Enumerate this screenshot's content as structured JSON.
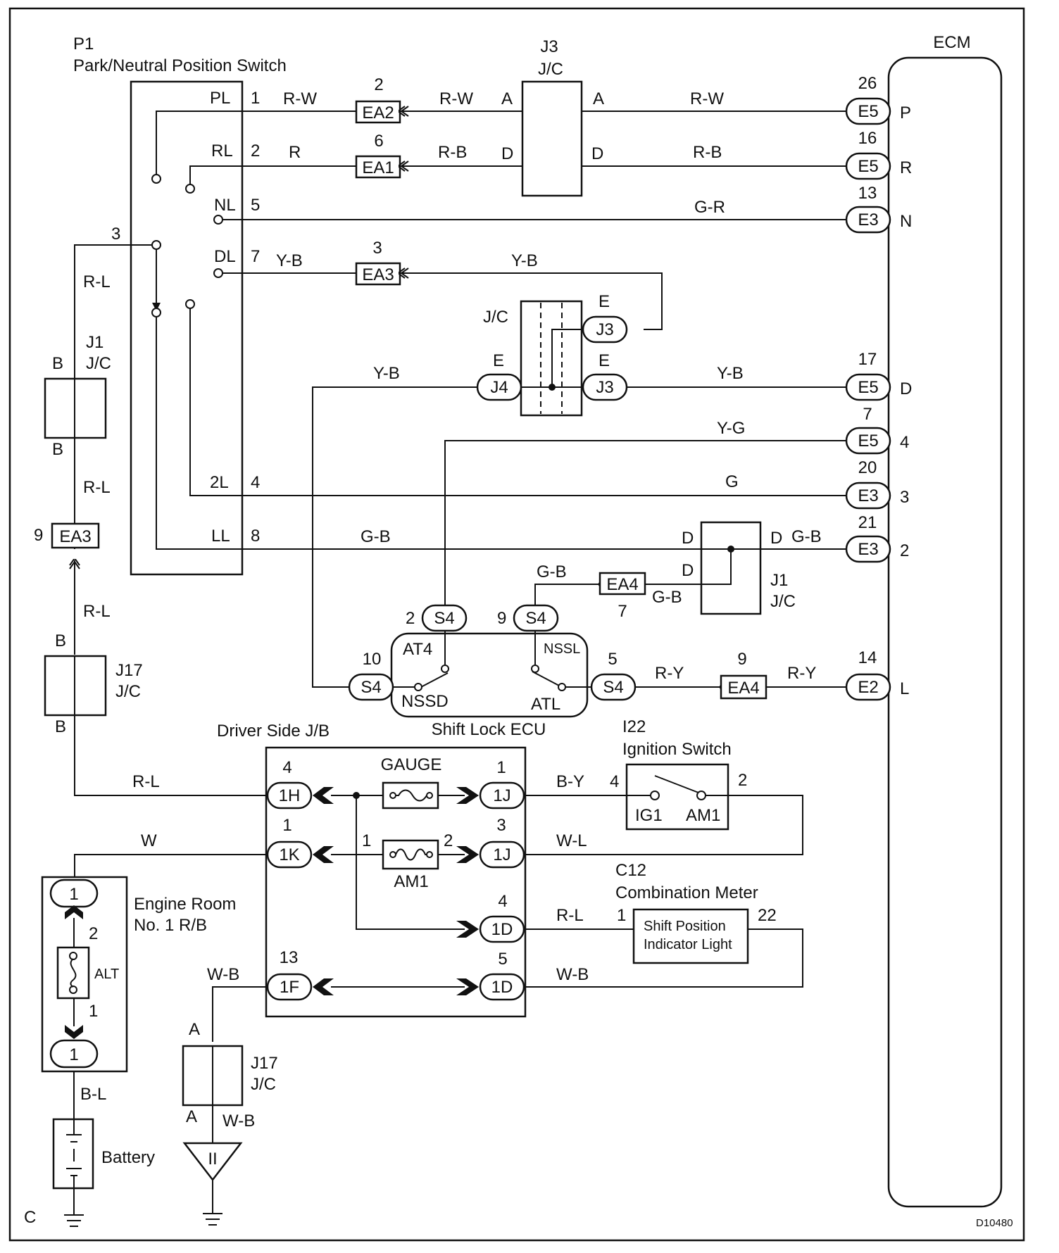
{
  "diagram_id": "D10480",
  "corner_label": "C",
  "park_neutral_switch": {
    "code": "P1",
    "title": "Park/Neutral Position Switch",
    "terminals": [
      {
        "name": "PL",
        "pin": "1",
        "wire": "R-W"
      },
      {
        "name": "RL",
        "pin": "2",
        "wire": "R"
      },
      {
        "name": "NL",
        "pin": "5",
        "wire": ""
      },
      {
        "name": "DL",
        "pin": "7",
        "wire": "Y-B"
      },
      {
        "name": "2L",
        "pin": "4",
        "wire": ""
      },
      {
        "name": "LL",
        "pin": "8",
        "wire": ""
      }
    ],
    "feed_pin": "3"
  },
  "jc_j3_top": {
    "code": "J3",
    "title": "J/C",
    "left": [
      "A",
      "D"
    ],
    "right": [
      "A",
      "D"
    ]
  },
  "jc_mid": {
    "title": "J/C",
    "connectors": [
      {
        "pin": "E",
        "id": "J3"
      },
      {
        "pin": "E",
        "id": "J3"
      },
      {
        "pin": "E",
        "id": "J4"
      }
    ]
  },
  "jc_j1_left": {
    "code": "J1",
    "title": "J/C",
    "top": "B",
    "bottom": "B"
  },
  "jc_j1_right": {
    "code": "J1",
    "title": "J/C",
    "pins": [
      "D",
      "D",
      "D"
    ]
  },
  "jc_j17_left": {
    "code": "J17",
    "title": "J/C",
    "top": "B",
    "bottom": "B"
  },
  "jc_j17_bottom": {
    "code": "J17",
    "title": "J/C",
    "top": "A",
    "bottom": "A"
  },
  "connectors": [
    {
      "id": "EA2",
      "pin": "2"
    },
    {
      "id": "EA1",
      "pin": "6"
    },
    {
      "id": "EA3",
      "pin": "3"
    },
    {
      "id": "EA3",
      "pin": "9"
    },
    {
      "id": "EA4",
      "pin": "7"
    },
    {
      "id": "EA4",
      "pin": "9"
    }
  ],
  "ecm": {
    "title": "ECM",
    "terminals": [
      {
        "pin": "26",
        "conn": "E5",
        "name": "P"
      },
      {
        "pin": "16",
        "conn": "E5",
        "name": "R"
      },
      {
        "pin": "13",
        "conn": "E3",
        "name": "N"
      },
      {
        "pin": "17",
        "conn": "E5",
        "name": "D"
      },
      {
        "pin": "7",
        "conn": "E5",
        "name": "4"
      },
      {
        "pin": "20",
        "conn": "E3",
        "name": "3"
      },
      {
        "pin": "21",
        "conn": "E3",
        "name": "2"
      },
      {
        "pin": "14",
        "conn": "E2",
        "name": "L"
      }
    ]
  },
  "wires": {
    "rw": "R-W",
    "rb": "R-B",
    "gr": "G-R",
    "yb": "Y-B",
    "yg": "Y-G",
    "g": "G",
    "gb": "G-B",
    "ry": "R-Y",
    "rl": "R-L",
    "by": "B-Y",
    "w": "W",
    "wl": "W-L",
    "wb": "W-B",
    "bl": "B-L"
  },
  "shift_lock_ecu": {
    "title": "Shift Lock ECU",
    "labels": [
      "AT4",
      "NSSL",
      "NSSD",
      "ATL"
    ],
    "connectors": [
      {
        "pin": "2",
        "id": "S4"
      },
      {
        "pin": "9",
        "id": "S4"
      },
      {
        "pin": "10",
        "id": "S4"
      },
      {
        "pin": "5",
        "id": "S4"
      }
    ]
  },
  "driver_jb": {
    "title": "Driver Side J/B",
    "fuses": [
      "GAUGE",
      "AM1"
    ],
    "connectors": [
      {
        "pin": "4",
        "id": "1H"
      },
      {
        "pin": "1",
        "id": "1K"
      },
      {
        "pin": "13",
        "id": "1F"
      },
      {
        "pin": "1",
        "id": "1J"
      },
      {
        "pin": "3",
        "id": "1J"
      },
      {
        "pin": "4",
        "id": "1D"
      },
      {
        "pin": "5",
        "id": "1D"
      }
    ],
    "fuse_pins": [
      "1",
      "2"
    ]
  },
  "ignition_switch": {
    "code": "I22",
    "title": "Ignition Switch",
    "pins": [
      "4",
      "2"
    ],
    "contacts": [
      "IG1",
      "AM1"
    ]
  },
  "combination_meter": {
    "code": "C12",
    "title": "Combination Meter",
    "lamp": "Shift Position Indicator Light",
    "pins": [
      "1",
      "22"
    ]
  },
  "engine_room_rb": {
    "title": "Engine Room No. 1 R/B",
    "fuse": "ALT",
    "pins": [
      "1",
      "2",
      "1",
      "1"
    ]
  },
  "battery": {
    "title": "Battery"
  },
  "ground_symbol": "II"
}
